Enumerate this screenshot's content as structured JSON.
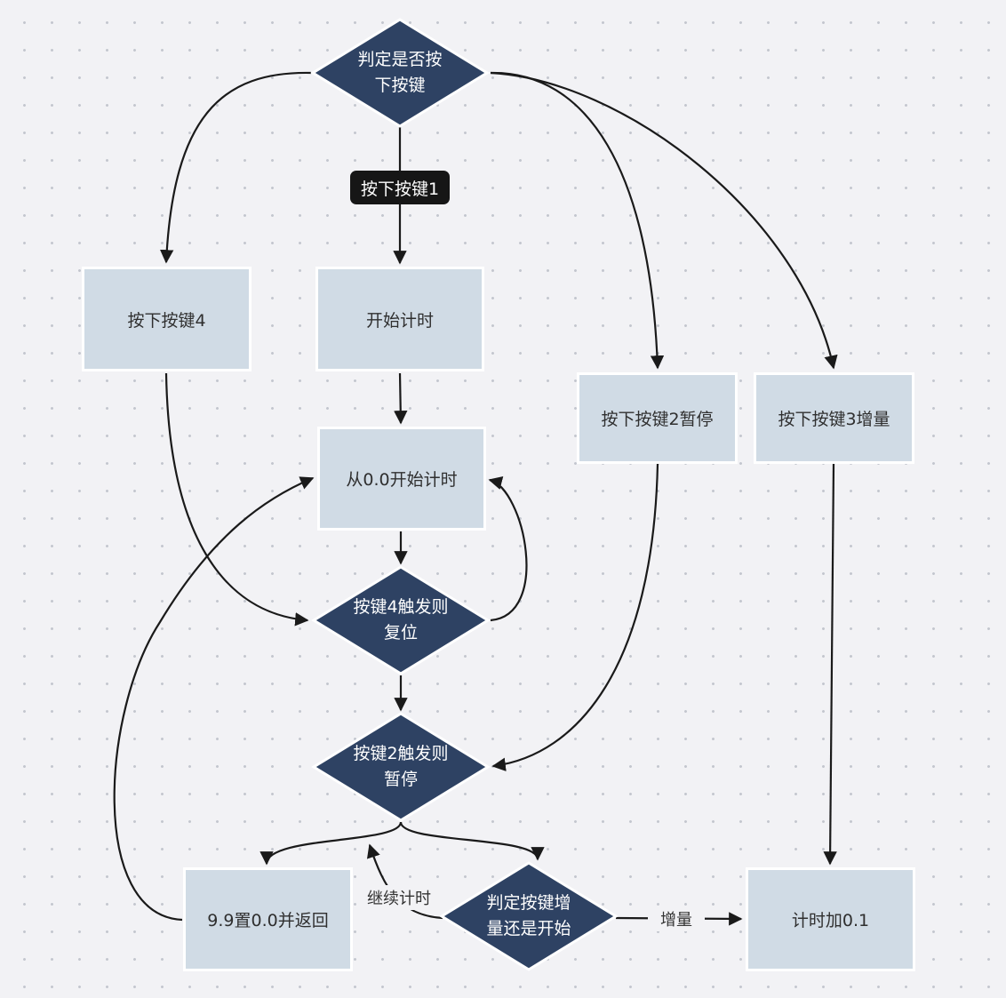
{
  "nodes": {
    "decide_key": "判定是否按下按键",
    "key4": "按下按键4",
    "start_timer": "开始计时",
    "from_zero": "从0.0开始计时",
    "key2_pause": "按下按键2暂停",
    "key3_increment": "按下按键3增量",
    "key4_reset": "按键4触发则复位",
    "key2_pause_trigger": "按键2触发则暂停",
    "reset_return": "9.9置0.0并返回",
    "decide_inc_or_start": "判定按键增量还是开始",
    "add_point_one": "计时加0.1"
  },
  "edge_labels": {
    "key1": "按下按键1",
    "continue": "继续计时",
    "increment": "增量"
  },
  "colors": {
    "diamond_fill": "#2e4263",
    "rect_fill": "#d0dbe5",
    "edge": "#1a1a1a",
    "tag_fill": "#161616"
  }
}
